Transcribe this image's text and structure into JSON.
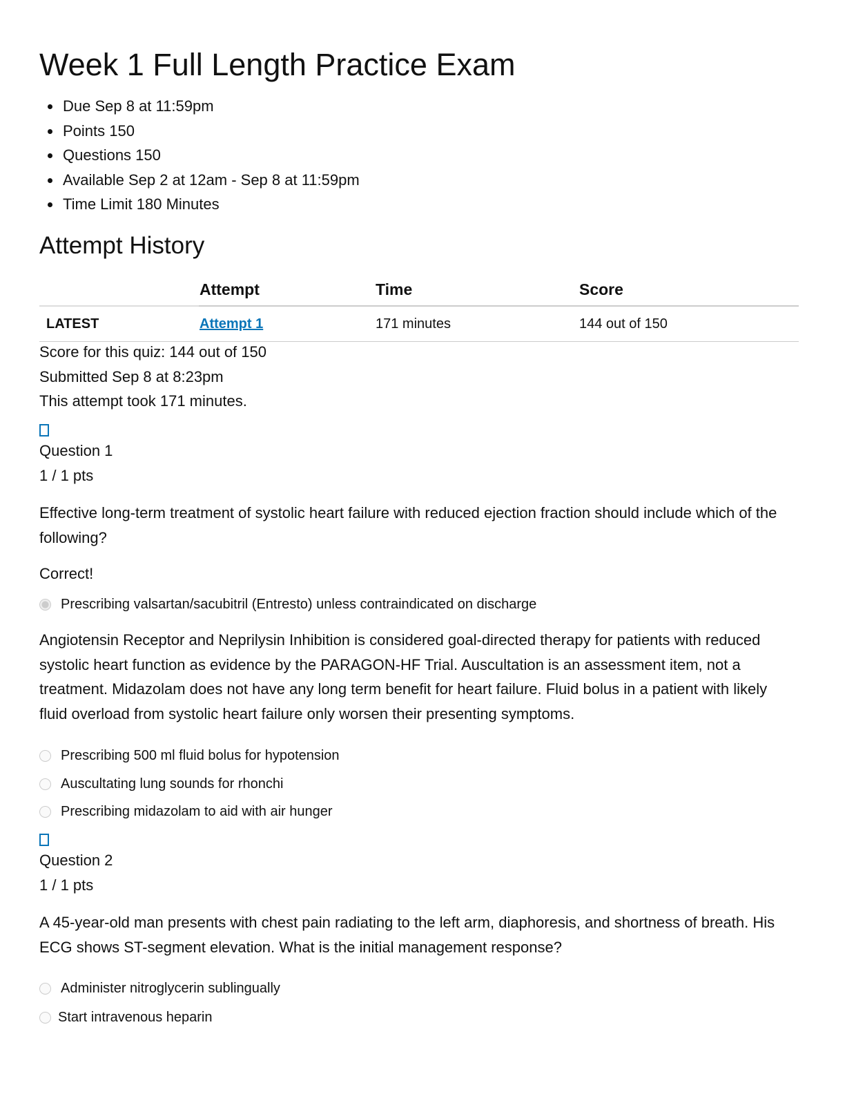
{
  "title": "Week 1 Full Length Practice Exam",
  "meta": [
    "Due Sep 8 at 11:59pm",
    "Points 150",
    "Questions 150",
    "Available Sep 2 at 12am - Sep 8 at 11:59pm",
    "Time Limit 180 Minutes"
  ],
  "history": {
    "heading": "Attempt History",
    "columns": [
      "",
      "Attempt",
      "Time",
      "Score"
    ],
    "row": {
      "label": "LATEST",
      "attempt": "Attempt 1",
      "time": "171 minutes",
      "score": "144 out of 150"
    }
  },
  "summary": [
    "Score for this quiz: 144 out of 150",
    "Submitted Sep 8 at 8:23pm",
    "This attempt took 171 minutes."
  ],
  "q1": {
    "label": "Question 1",
    "pts": "1 / 1 pts",
    "text": "Effective long-term treatment of systolic heart failure with reduced ejection fraction should include which of the following?",
    "correct": "Correct!",
    "answer": "Prescribing valsartan/sacubitril (Entresto) unless contraindicated on discharge",
    "explanation": "Angiotensin Receptor and Neprilysin Inhibition is considered goal-directed therapy for patients with reduced systolic heart function as evidence by the PARAGON-HF Trial. Auscultation is an assessment item, not a treatment. Midazolam does not have any long term benefit for heart failure. Fluid bolus in a patient with likely fluid overload from systolic heart failure only worsen their presenting symptoms.",
    "options": [
      "Prescribing 500 ml fluid bolus for hypotension",
      "Auscultating lung sounds for rhonchi",
      "Prescribing midazolam to aid with air hunger"
    ]
  },
  "q2": {
    "label": "Question 2",
    "pts": "1 / 1 pts",
    "text": "A 45-year-old man presents with chest pain radiating to the left arm, diaphoresis, and shortness of breath. His ECG shows ST-segment elevation. What is the initial management response?",
    "options": [
      "Administer nitroglycerin sublingually",
      "Start intravenous heparin"
    ]
  }
}
